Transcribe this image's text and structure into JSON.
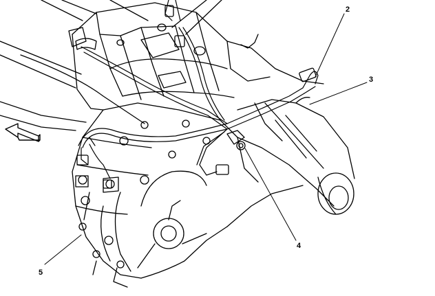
{
  "colors": {
    "background": "#ffffff",
    "line": "#000000",
    "shade": "#d9d9d9"
  },
  "callouts": {
    "c2": "2",
    "c3": "3",
    "c4": "4",
    "c5": "5"
  },
  "icons": {
    "direction_arrow": "left-arrow-icon"
  }
}
